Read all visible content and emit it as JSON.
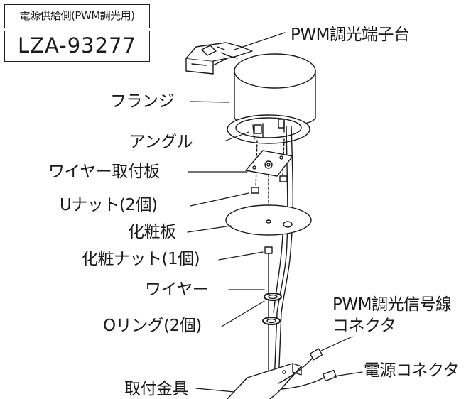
{
  "model": {
    "subtitle": "電源供給側(PWM調光用)",
    "number": "LZA-93277"
  },
  "labels": {
    "pwm_terminal": "PWM調光端子台",
    "flange": "フランジ",
    "angle": "アングル",
    "wire_plate": "ワイヤー取付板",
    "u_nut": "Uナット(2個)",
    "trim_plate": "化粧板",
    "trim_nut": "化粧ナット(1個)",
    "wire": "ワイヤー",
    "o_ring": "Oリング(2個)",
    "pwm_signal_line_1": "PWM調光信号線",
    "pwm_signal_line_2": "コネクタ",
    "power_connector": "電源コネクタ",
    "mount_bracket": "取付金具"
  }
}
